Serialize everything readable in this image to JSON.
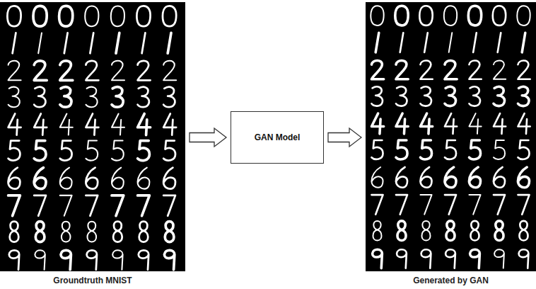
{
  "diagram": {
    "nodes": [
      {
        "text": [
          "Groundtruth MNIST"
        ]
      },
      {
        "text": [
          "GAN Model"
        ]
      },
      {
        "text": [
          "Generated by GAN"
        ]
      }
    ],
    "edges": [
      {
        "from": 0,
        "to": 1,
        "arrow": "to"
      },
      {
        "from": 1,
        "to": 2,
        "arrow": "to"
      }
    ]
  }
}
